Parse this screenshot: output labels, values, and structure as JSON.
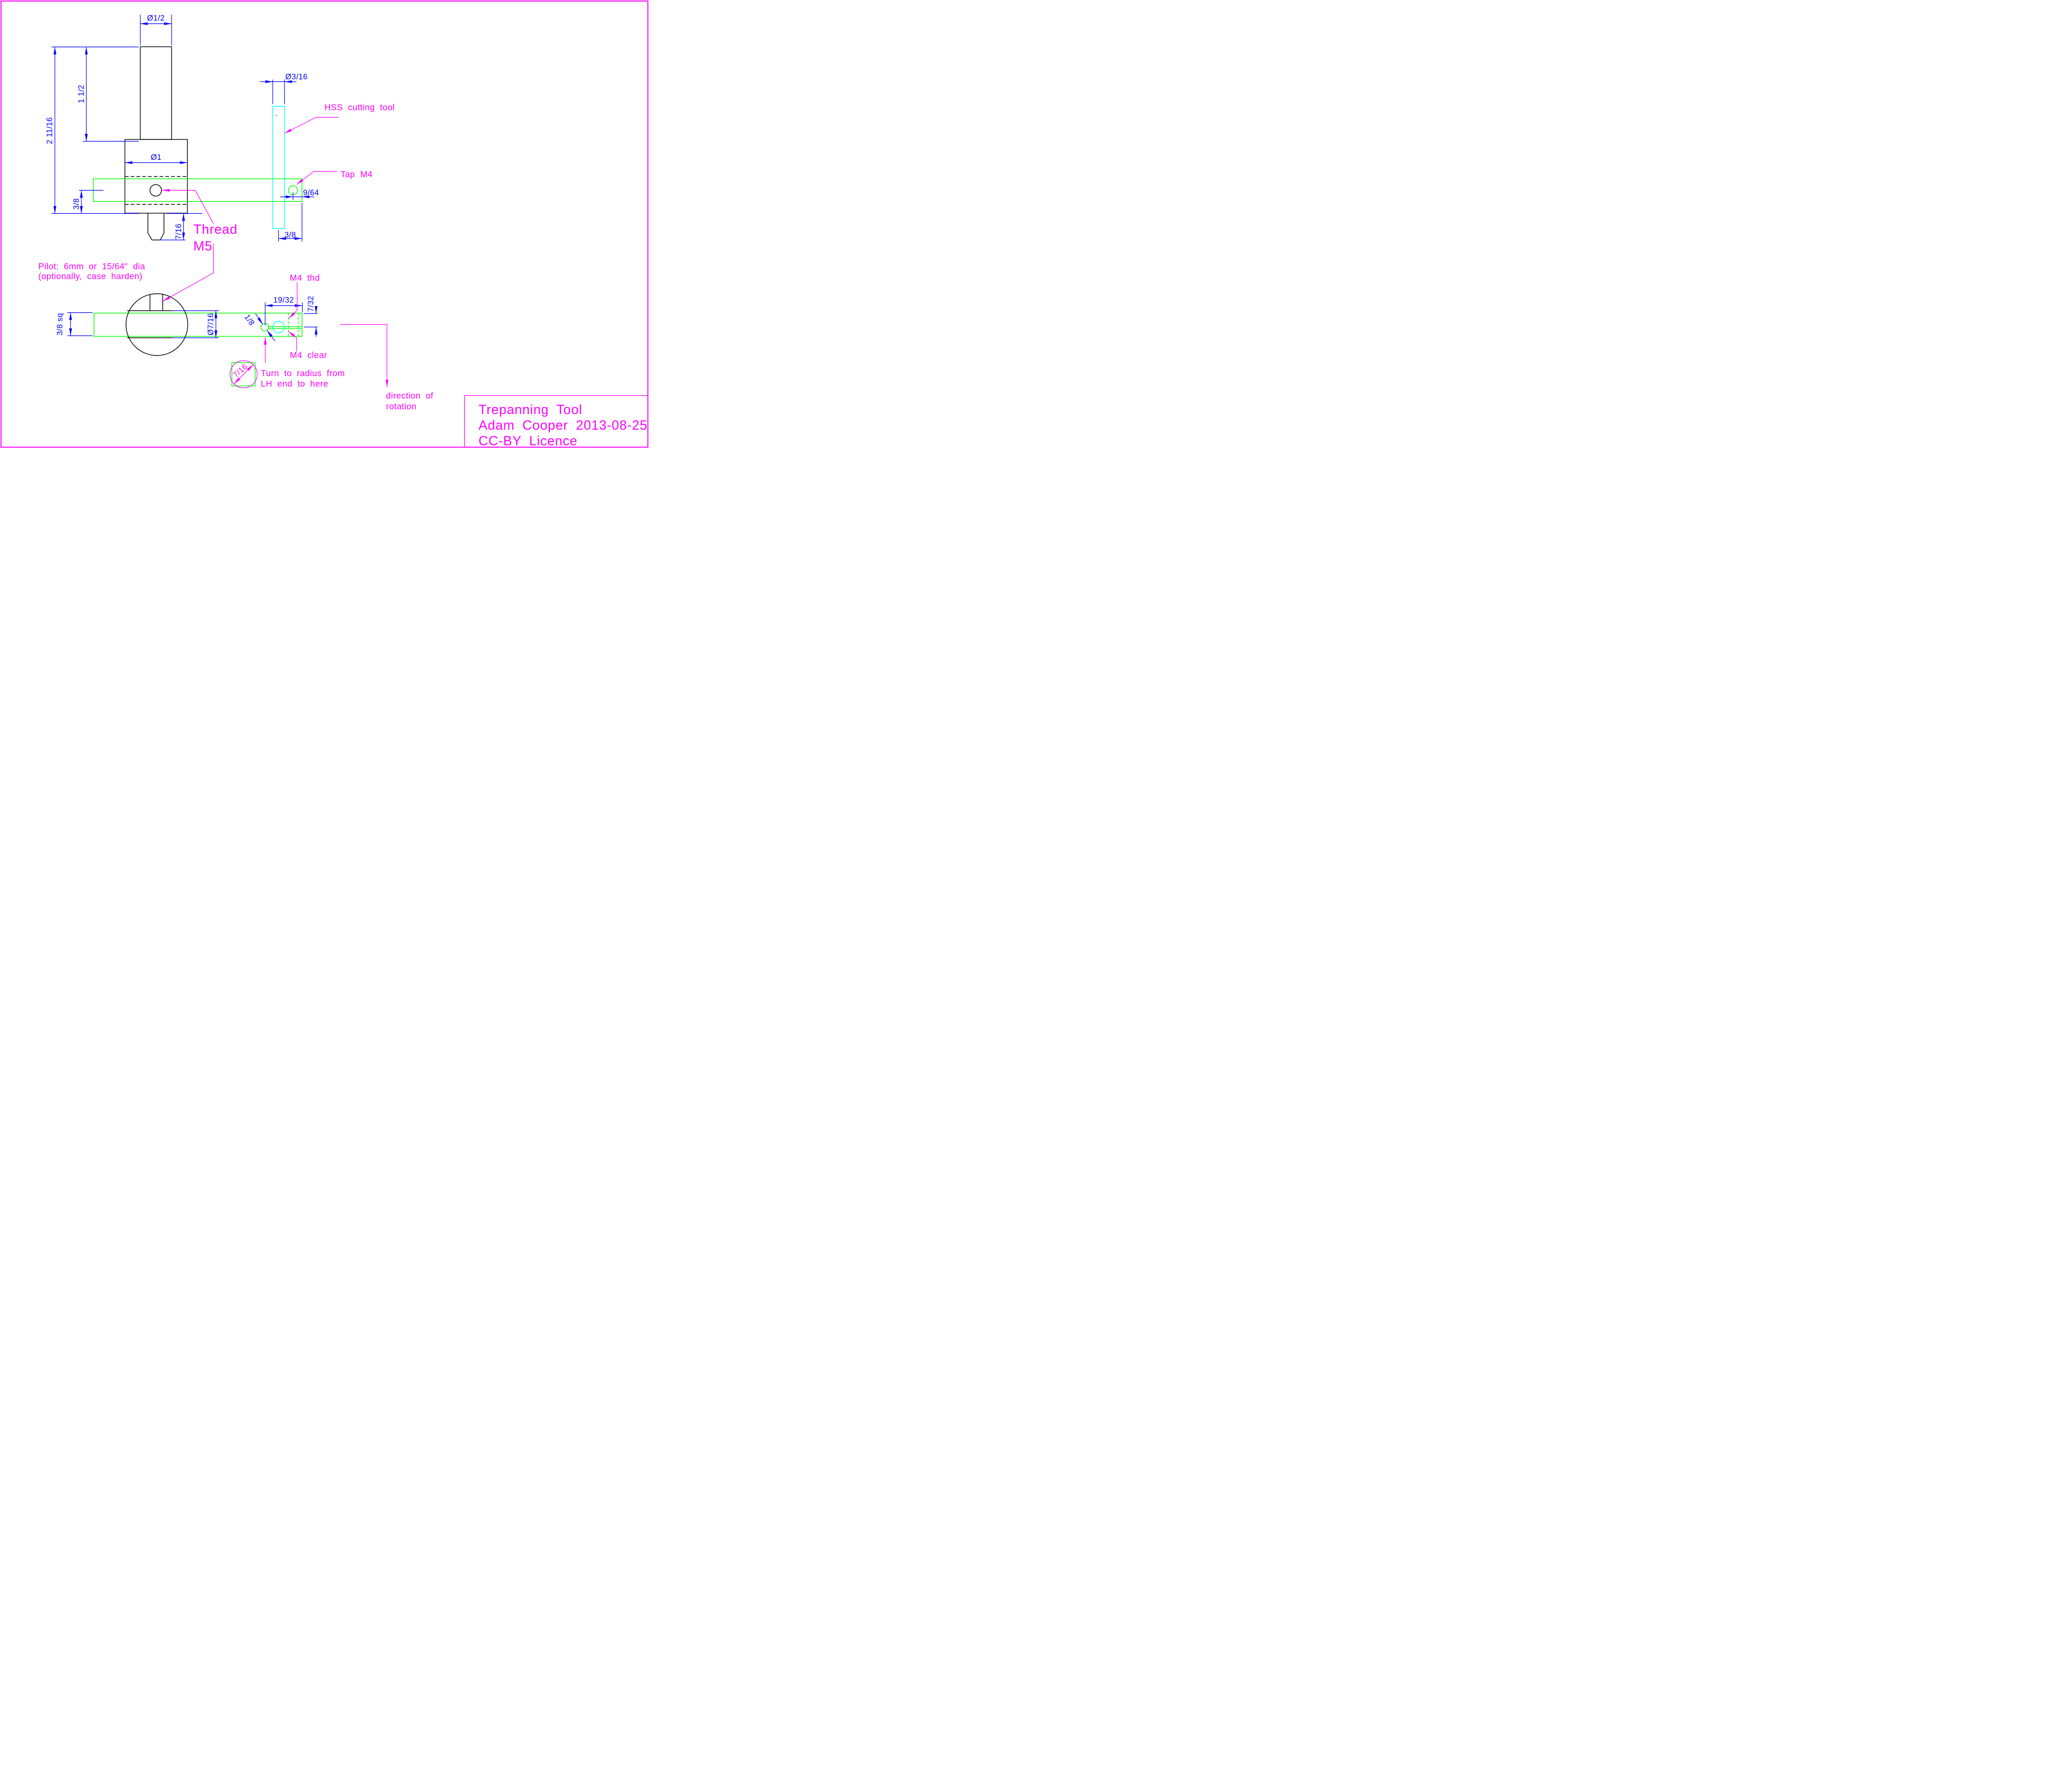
{
  "colors": {
    "blue": "#0000ff",
    "green": "#00ff00",
    "cyan": "#00ffff",
    "magenta": "#ff00ff",
    "black": "#000000",
    "paper": "#ffffff"
  },
  "drawing": {
    "front_view": {
      "dimensions": {
        "shank_dia": "Ø1/2",
        "shank_length": "1 1/2",
        "overall_length": "2 11/16",
        "body_dia": "Ø1",
        "bar_offset": "3/8",
        "pilot_length": "7/16",
        "tool_dia": "Ø3/16",
        "tap_offset": "9/64",
        "tool_to_end": "3/8"
      },
      "annotations": {
        "hss": "HSS cutting tool",
        "tap": "Tap M4",
        "thread_line1": "Thread",
        "thread_line2": "M5",
        "pilot_note_line1": "Pilot: 6mm or 15/64\" dia",
        "pilot_note_line2": "(optionally, case harden)"
      }
    },
    "bottom_view": {
      "dimensions": {
        "bar_square": "3/8 sq",
        "round_dia": "Ø7/16",
        "hole_to_end": "19/32",
        "slot_offset": "7/32",
        "hole_dia": "1/8",
        "detail_dia": "7/16"
      },
      "annotations": {
        "m4_thread": "M4 thd",
        "m4_clear": "M4 clear",
        "turn_line1": "Turn to radius from",
        "turn_line2": "LH end to here",
        "rotation_line1": "direction of",
        "rotation_line2": "rotation"
      }
    },
    "title_block": {
      "title": "Trepanning Tool",
      "author_date": "Adam Cooper 2013-08-25",
      "licence": "CC-BY Licence"
    }
  }
}
